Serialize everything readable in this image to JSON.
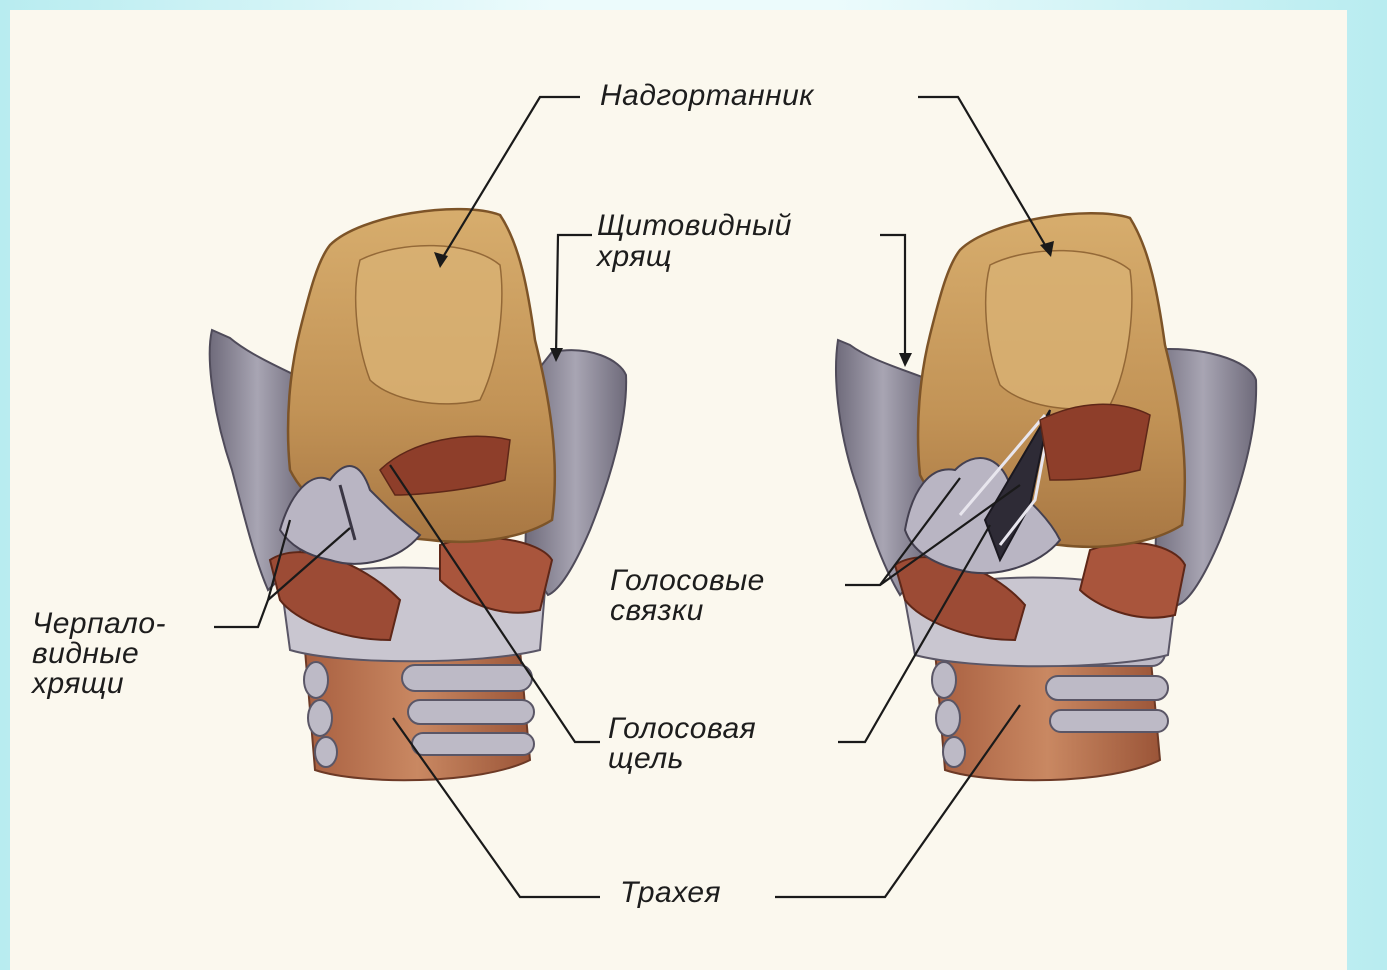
{
  "labels": {
    "epiglottis": "Надгортанник",
    "thyroid_line1": "Щитовидный",
    "thyroid_line2": "хрящ",
    "arytenoid_line1": "Черпало-",
    "arytenoid_line2": "видные",
    "arytenoid_line3": "хрящи",
    "vocal_cords_line1": "Голосовые",
    "vocal_cords_line2": "связки",
    "glottis_line1": "Голосовая",
    "glottis_line2": "щель",
    "trachea": "Трахея"
  },
  "colors": {
    "background": "#fbf8ee",
    "frame": "#a9e6ec",
    "epiglottis": "#c99a5c",
    "cartilage_grey": "#8e8a98",
    "muscle": "#9c4b35",
    "trachea": "#b86e4c",
    "ring": "#b9b6c3"
  }
}
